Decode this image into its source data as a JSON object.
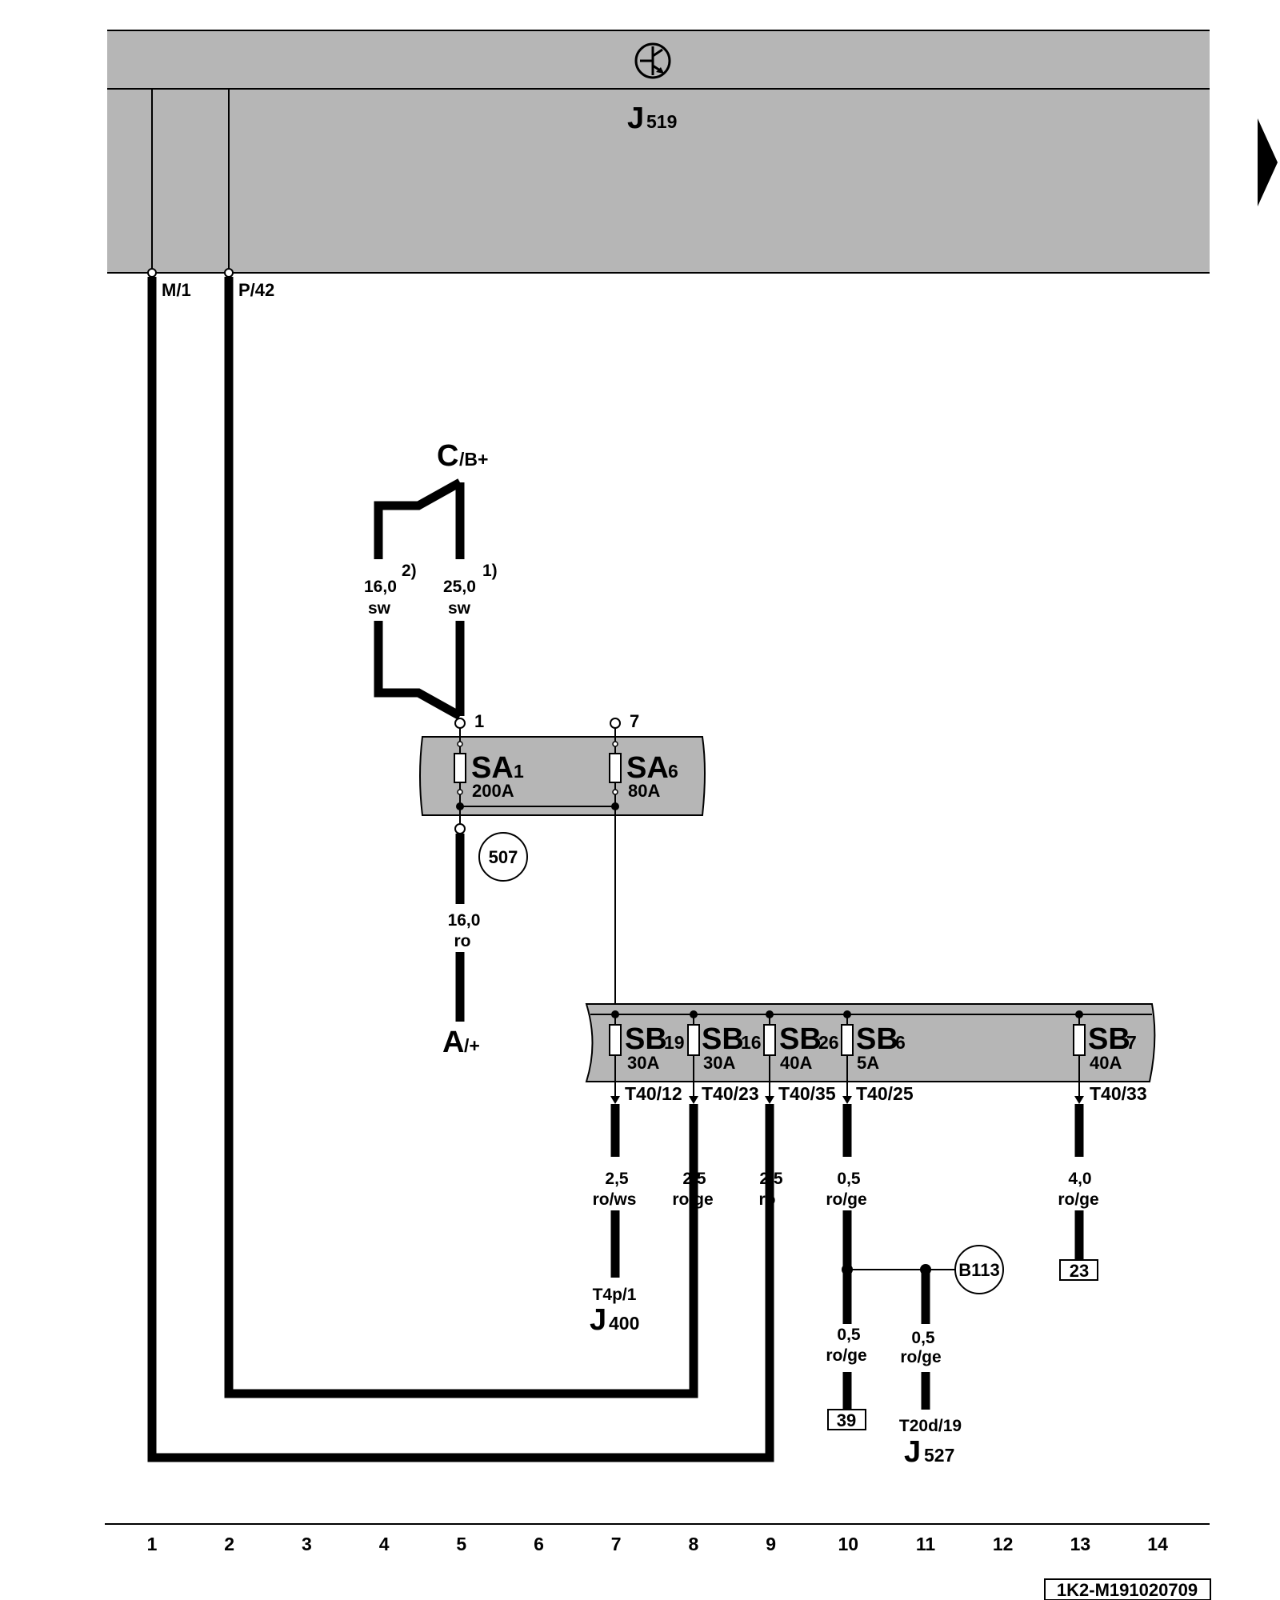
{
  "control_unit": {
    "id": "J",
    "sub": "519",
    "pins": [
      "M/1",
      "P/42"
    ]
  },
  "terminals": {
    "cb": {
      "main": "C",
      "sub": "/B+"
    },
    "aplus": {
      "main": "A",
      "sub": "/+"
    }
  },
  "wires": {
    "w1": {
      "size": "16,0",
      "color": "sw",
      "note": "2)"
    },
    "w2": {
      "size": "25,0",
      "color": "sw",
      "note": "1)"
    },
    "w3": {
      "size": "16,0",
      "color": "ro"
    },
    "w4": {
      "size": "2,5",
      "color": "ro/ws"
    },
    "w5": {
      "size": "2,5",
      "color": "ro/ge"
    },
    "w6": {
      "size": "2,5",
      "color": "ro"
    },
    "w7": {
      "size": "0,5",
      "color": "ro/ge"
    },
    "w8": {
      "size": "4,0",
      "color": "ro/ge"
    },
    "w9": {
      "size": "0,5",
      "color": "ro/ge"
    },
    "w10": {
      "size": "0,5",
      "color": "ro/ge"
    }
  },
  "sa_pins": {
    "p1": "1",
    "p7": "7"
  },
  "fuses_sa": [
    {
      "name": "SA",
      "sub": "1",
      "rating": "200A"
    },
    {
      "name": "SA",
      "sub": "6",
      "rating": "80A"
    }
  ],
  "fuses_sb": [
    {
      "name": "SB",
      "sub": "19",
      "rating": "30A",
      "conn": "T40/12"
    },
    {
      "name": "SB",
      "sub": "16",
      "rating": "30A",
      "conn": "T40/23"
    },
    {
      "name": "SB",
      "sub": "26",
      "rating": "40A",
      "conn": "T40/35"
    },
    {
      "name": "SB",
      "sub": "6",
      "rating": "5A",
      "conn": "T40/25"
    },
    {
      "name": "SB",
      "sub": "7",
      "rating": "40A",
      "conn": "T40/33"
    }
  ],
  "ground_points": {
    "g507": "507",
    "b113": "B113"
  },
  "components": {
    "j400": {
      "pin": "T4p/1",
      "id": "J",
      "sub": "400"
    },
    "j527": {
      "pin": "T20d/19",
      "id": "J",
      "sub": "527"
    }
  },
  "refs": {
    "r23": "23",
    "r39": "39"
  },
  "ticks": [
    "1",
    "2",
    "3",
    "4",
    "5",
    "6",
    "7",
    "8",
    "9",
    "10",
    "11",
    "12",
    "13",
    "14"
  ],
  "doc_id": "1K2-M191020709"
}
